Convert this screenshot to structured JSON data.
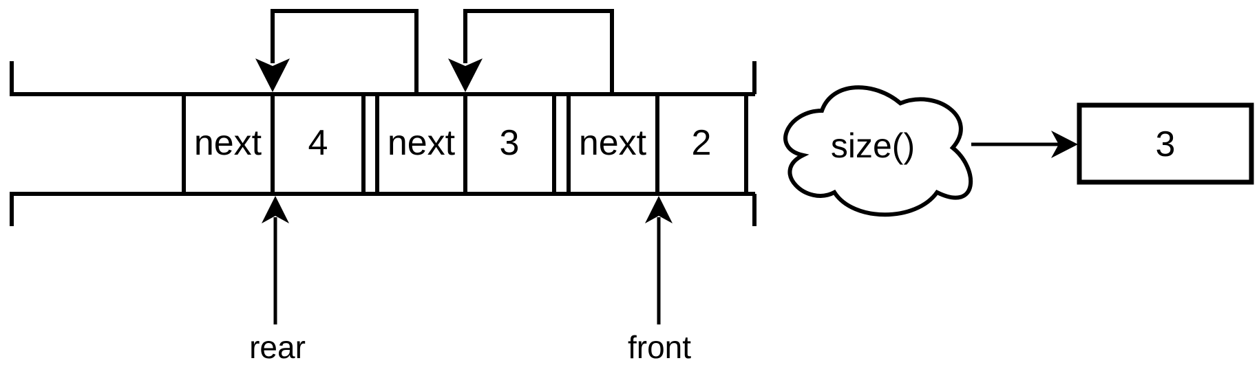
{
  "canvas": {
    "background": "#ffffff",
    "stroke_color": "#000000"
  },
  "queue": {
    "nodes": [
      {
        "pointer_label": "next",
        "value": "4"
      },
      {
        "pointer_label": "next",
        "value": "3"
      },
      {
        "pointer_label": "next",
        "value": "2"
      }
    ],
    "rear_label": "rear",
    "front_label": "front"
  },
  "operation": {
    "call_label": "size()",
    "result_value": "3"
  }
}
